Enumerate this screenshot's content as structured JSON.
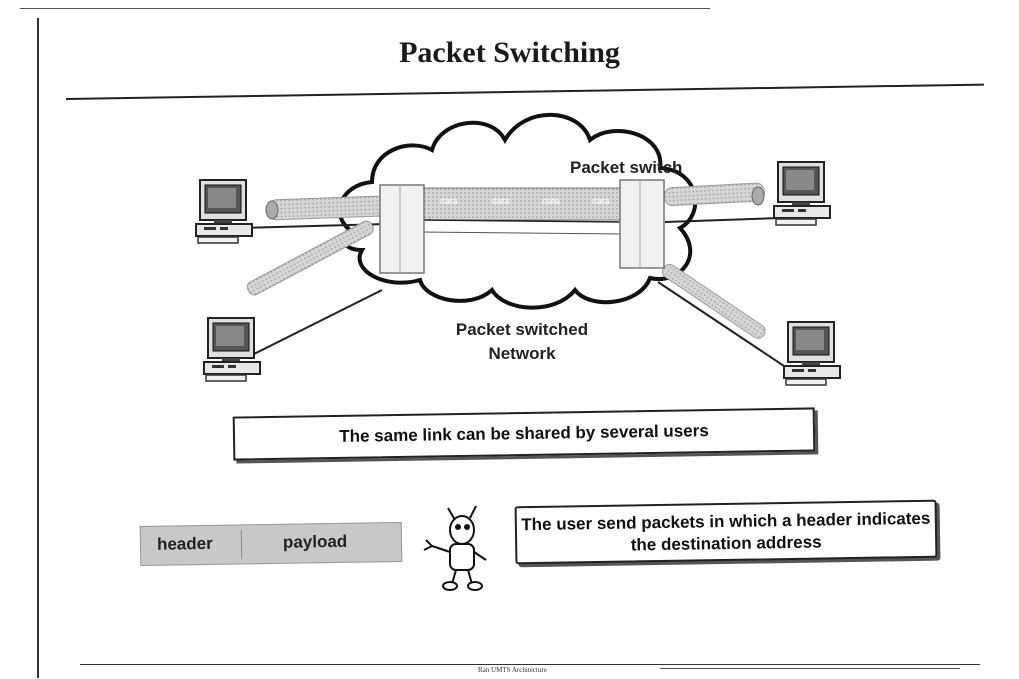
{
  "slide": {
    "title": "Packet Switching",
    "footer": "Ran UMTS Architecture"
  },
  "diagram": {
    "switch_label": "Packet switch",
    "network_label": "Packet switched Network",
    "packet_labels": [
      "data",
      "data",
      "data",
      "data"
    ],
    "shared_link_note": "The same link can be shared by several users",
    "packet_format": {
      "header": "header",
      "payload": "payload"
    },
    "user_note": "The user send packets in which a header indicates the destination address"
  },
  "icons": [
    "computer-icon",
    "cloud-icon",
    "packet-switch-icon",
    "cartoon-pointer-icon"
  ],
  "colors": {
    "ink": "#222222",
    "packet_fill": "#c8c8c8",
    "background": "#ffffff"
  }
}
